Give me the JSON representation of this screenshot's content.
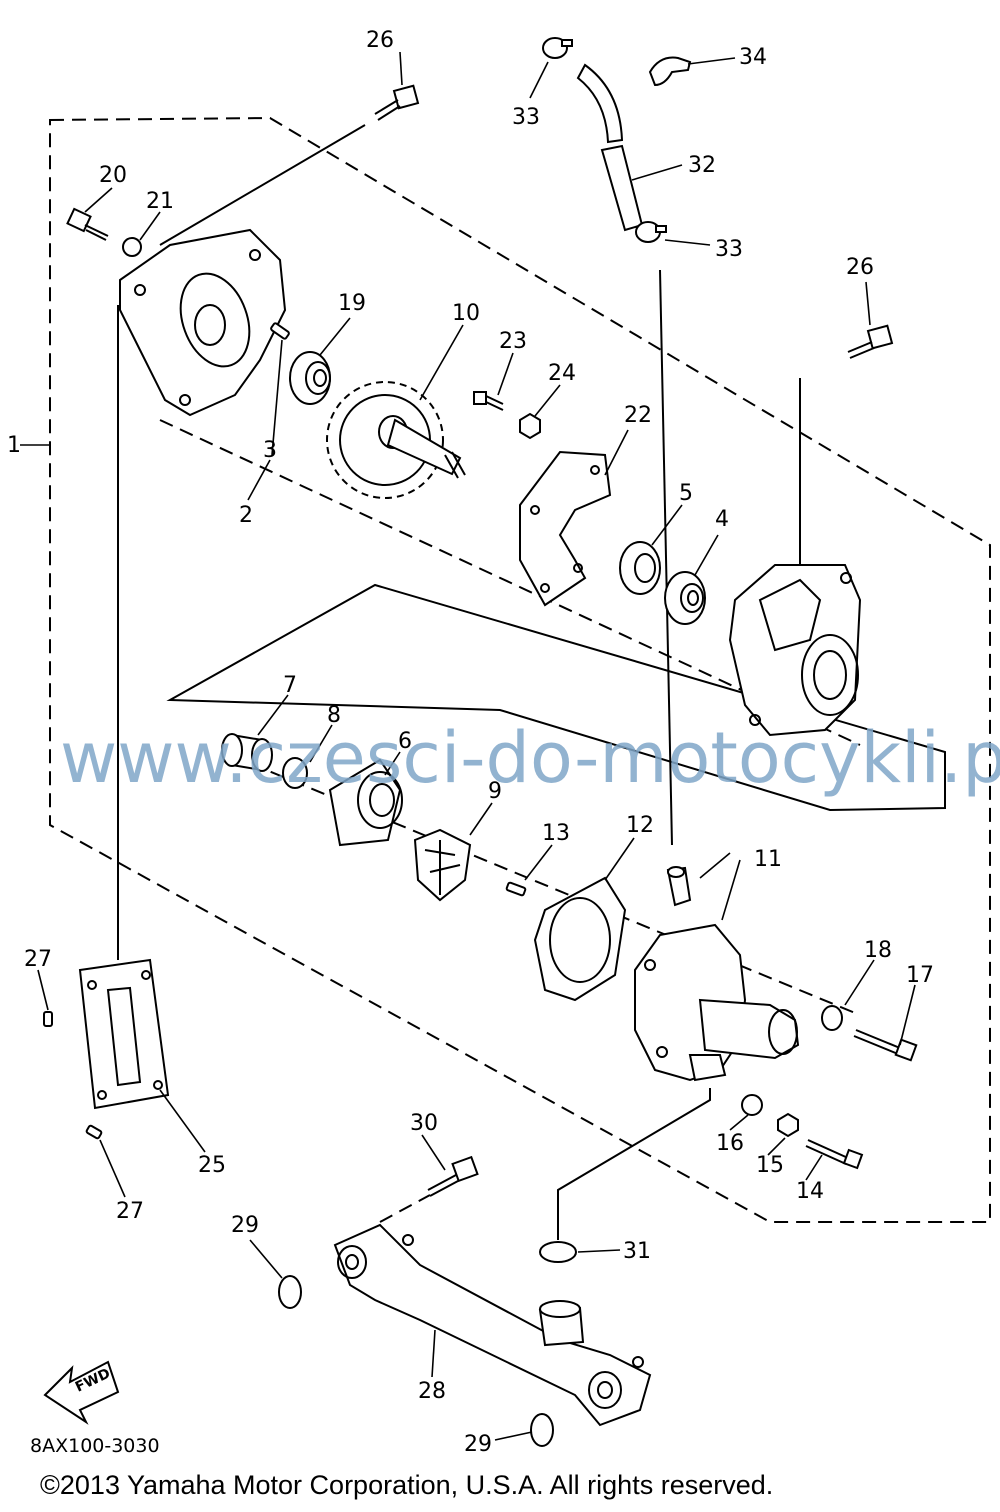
{
  "diagram": {
    "watermark": "www.czesci-do-motocykli.pl",
    "diagram_code": "8AX100-3030",
    "copyright": "©2013 Yamaha Motor Corporation, U.S.A. All rights reserved.",
    "fwd_label": "FWD",
    "callouts": {
      "c1": "1",
      "c2": "2",
      "c3": "3",
      "c4": "4",
      "c5": "5",
      "c6": "6",
      "c7": "7",
      "c8": "8",
      "c9": "9",
      "c10": "10",
      "c11": "11",
      "c12": "12",
      "c13": "13",
      "c14": "14",
      "c15": "15",
      "c16": "16",
      "c17": "17",
      "c18": "18",
      "c19": "19",
      "c20": "20",
      "c21": "21",
      "c22": "22",
      "c23": "23",
      "c24": "24",
      "c25": "25",
      "c26": "26",
      "c27": "27",
      "c28": "28",
      "c29": "29",
      "c30": "30",
      "c31": "31",
      "c32": "32",
      "c33": "33",
      "c34": "34"
    }
  }
}
